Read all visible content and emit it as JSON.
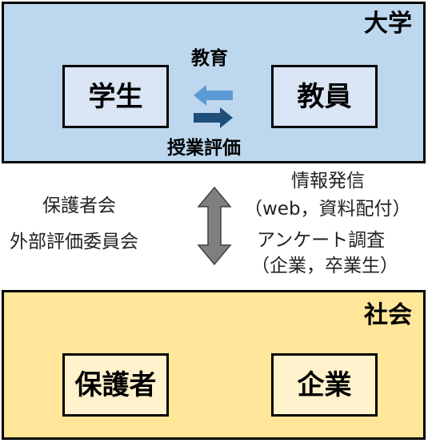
{
  "university": {
    "title": "大学",
    "student": "学生",
    "teacher": "教員",
    "education_label": "教育",
    "evaluation_label": "授業評価"
  },
  "society": {
    "title": "社会",
    "guardian": "保護者",
    "company": "企業"
  },
  "left_labels": [
    "保護者会",
    "外部評価委員会"
  ],
  "right_labels": [
    "情報発信",
    "（web，資料配付）",
    "アンケート調査",
    "（企業，卒業生）"
  ],
  "colors": {
    "university_bg": "#bdd7ee",
    "university_box": "#dae5f5",
    "society_bg": "#ffe699",
    "society_box": "#fff2cc",
    "arrow_light_blue": "#5b9bd5",
    "arrow_dark_blue": "#1f4e79",
    "arrow_gray": "#7f7f7f"
  }
}
